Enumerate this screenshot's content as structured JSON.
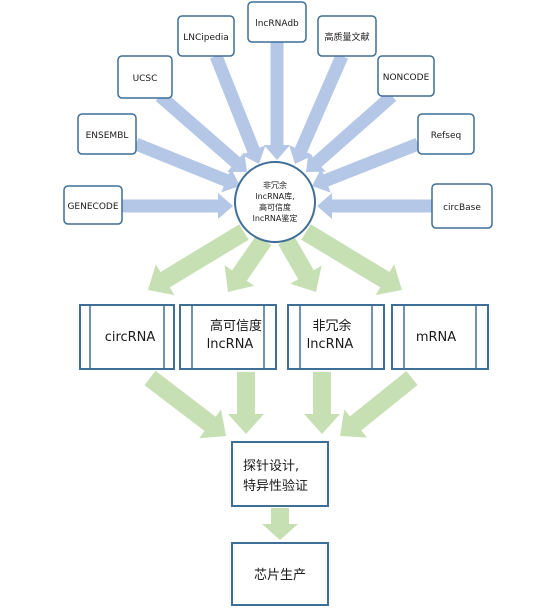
{
  "sources": [
    "GENECODE",
    "ENSEMBL",
    "UCSC",
    "LNCipedia",
    "lncRNAdb",
    "高质量文献",
    "NONCODE",
    "Refseq",
    "circBase"
  ],
  "hub_lines": [
    "非冗余",
    "lncRNA库,",
    "高可信度",
    "lncRNA鉴定"
  ],
  "categories": [
    {
      "lines": [
        "circRNA"
      ]
    },
    {
      "lines": [
        "高可信度",
        "lncRNA"
      ]
    },
    {
      "lines": [
        "非冗余",
        "lncRNA"
      ]
    },
    {
      "lines": [
        "mRNA"
      ]
    }
  ],
  "probe_lines": [
    "探针设计,",
    "特异性验证"
  ],
  "chip_label": "芯片生产",
  "colors": {
    "box_border": "#3f6f96",
    "blue_arrow": "#b4c7e7",
    "green_arrow": "#c6e0b4"
  }
}
